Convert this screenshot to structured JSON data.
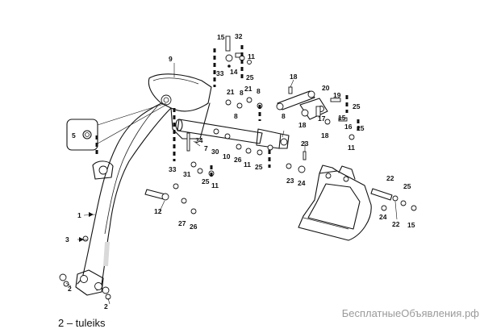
{
  "diagram": {
    "labels": [
      {
        "id": "p15a",
        "text": "15"
      },
      {
        "id": "p32",
        "text": "32"
      },
      {
        "id": "p11a",
        "text": "11"
      },
      {
        "id": "p9",
        "text": "9"
      },
      {
        "id": "p14",
        "text": "14"
      },
      {
        "id": "p25a",
        "text": "25"
      },
      {
        "id": "p33a",
        "text": "33"
      },
      {
        "id": "p18a",
        "text": "18"
      },
      {
        "id": "p21a",
        "text": "21"
      },
      {
        "id": "p8a",
        "text": "8"
      },
      {
        "id": "p20",
        "text": "20"
      },
      {
        "id": "p19",
        "text": "19"
      },
      {
        "id": "p21b",
        "text": "21"
      },
      {
        "id": "p8b",
        "text": "8"
      },
      {
        "id": "p25b",
        "text": "25"
      },
      {
        "id": "p17",
        "text": "17"
      },
      {
        "id": "p18b",
        "text": "18"
      },
      {
        "id": "p5",
        "text": "5"
      },
      {
        "id": "p15b",
        "text": "15"
      },
      {
        "id": "p8c",
        "text": "8"
      },
      {
        "id": "p8d",
        "text": "8"
      },
      {
        "id": "p16",
        "text": "16"
      },
      {
        "id": "p25c",
        "text": "25"
      },
      {
        "id": "p34",
        "text": "34"
      },
      {
        "id": "p7",
        "text": "7"
      },
      {
        "id": "p30",
        "text": "30"
      },
      {
        "id": "p10",
        "text": "10"
      },
      {
        "id": "p26a",
        "text": "26"
      },
      {
        "id": "p11b",
        "text": "11"
      },
      {
        "id": "p18c",
        "text": "18"
      },
      {
        "id": "p11c",
        "text": "11"
      },
      {
        "id": "p23a",
        "text": "23"
      },
      {
        "id": "p33b",
        "text": "33"
      },
      {
        "id": "p25d",
        "text": "25"
      },
      {
        "id": "p31",
        "text": "31"
      },
      {
        "id": "p25e",
        "text": "25"
      },
      {
        "id": "p11d",
        "text": "11"
      },
      {
        "id": "p23b",
        "text": "23"
      },
      {
        "id": "p24a",
        "text": "24"
      },
      {
        "id": "p22a",
        "text": "22"
      },
      {
        "id": "p25f",
        "text": "25"
      },
      {
        "id": "p1",
        "text": "1"
      },
      {
        "id": "p12",
        "text": "12"
      },
      {
        "id": "p27",
        "text": "27"
      },
      {
        "id": "p26b",
        "text": "26"
      },
      {
        "id": "p24b",
        "text": "24"
      },
      {
        "id": "p22b",
        "text": "22"
      },
      {
        "id": "p15c",
        "text": "15"
      },
      {
        "id": "p3",
        "text": "3"
      },
      {
        "id": "p2a",
        "text": "2"
      },
      {
        "id": "p2b",
        "text": "2"
      }
    ]
  },
  "caption": "2 – tuleiks",
  "watermark": "БесплатныеОбъявления.рф",
  "colors": {
    "line": "#111111",
    "background": "#ffffff",
    "watermark": "#9a9a9a"
  }
}
